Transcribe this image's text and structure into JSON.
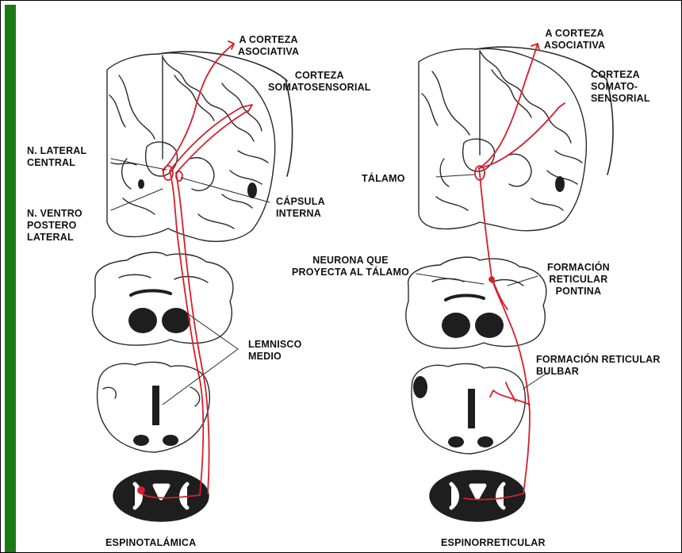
{
  "panels": {
    "left": {
      "caption": "ESPINOTALÁMICA",
      "labels": {
        "to_cortex": "A CORTEZA\nASOCIATIVA",
        "somatosensory_cortex": "CORTEZA\nSOMATOSENSORIAL",
        "central_lateral_nucleus": "N. LATERAL\nCENTRAL",
        "internal_capsule": "CÁPSULA\nINTERNA",
        "vpl_nucleus": "N. VENTRO\nPOSTERO\nLATERAL",
        "medial_lemniscus": "LEMNISCO\nMEDIO"
      }
    },
    "right": {
      "caption": "ESPINORRETICULAR",
      "labels": {
        "to_cortex": "A CORTEZA\nASOCIATIVA",
        "somatosensory_cortex": "CORTEZA\nSOMATO-\nSENSORIAL",
        "thalamus": "TÁLAMO",
        "projection_neuron": "NEURONA QUE\nPROYECTA AL TÁLAMO",
        "pontine_reticular": "FORMACIÓN\nRETICULAR\nPONTINA",
        "bulbar_reticular": "FORMACIÓN RETICULAR\nBULBAR"
      }
    }
  },
  "colors": {
    "pathway": "#d81e2a",
    "frame_bar": "#1a7a14",
    "outline": "#2a2a2a",
    "dark_tissue": "#1e1e1e"
  }
}
